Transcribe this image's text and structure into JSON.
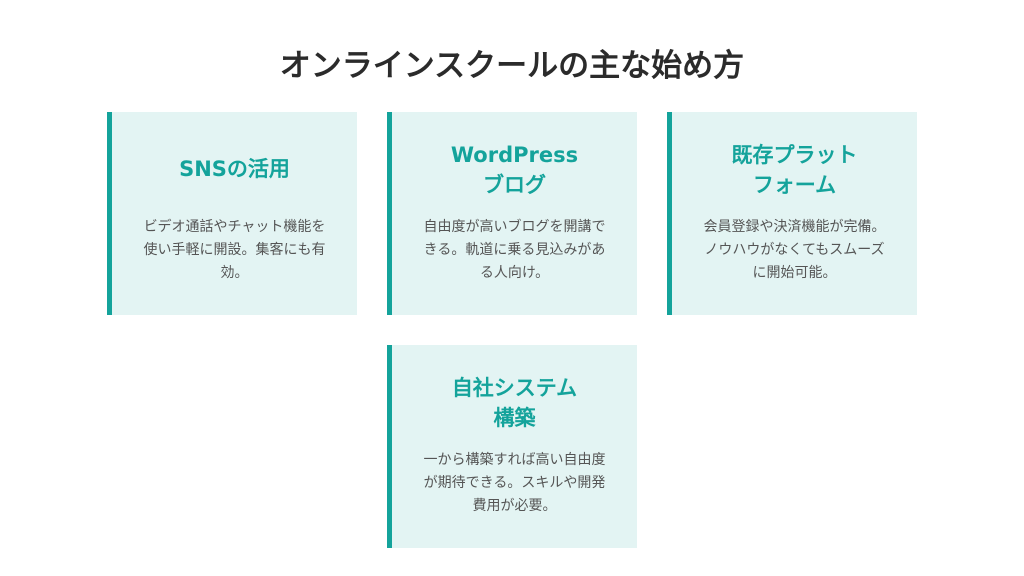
{
  "title": "オンラインスクールの主な始め方",
  "cards": [
    {
      "heading": "SNSの活用",
      "text": "ビデオ通話やチャット機能を使い手軽に開設。集客にも有効。"
    },
    {
      "heading_line1": "WordPress",
      "heading_line2": "ブログ",
      "text": "自由度が高いブログを開講できる。軌道に乗る見込みがある人向け。"
    },
    {
      "heading_line1": "既存プラット",
      "heading_line2": "フォーム",
      "text": "会員登録や決済機能が完備。ノウハウがなくてもスムーズに開始可能。"
    },
    {
      "heading_line1": "自社システム",
      "heading_line2": "構築",
      "text": "一から構築すれば高い自由度が期待できる。スキルや開発費用が必要。"
    }
  ],
  "colors": {
    "accent": "#14a39b",
    "card_background": "#e3f4f3",
    "title_text": "#2b2b2b",
    "body_text": "#555555"
  }
}
